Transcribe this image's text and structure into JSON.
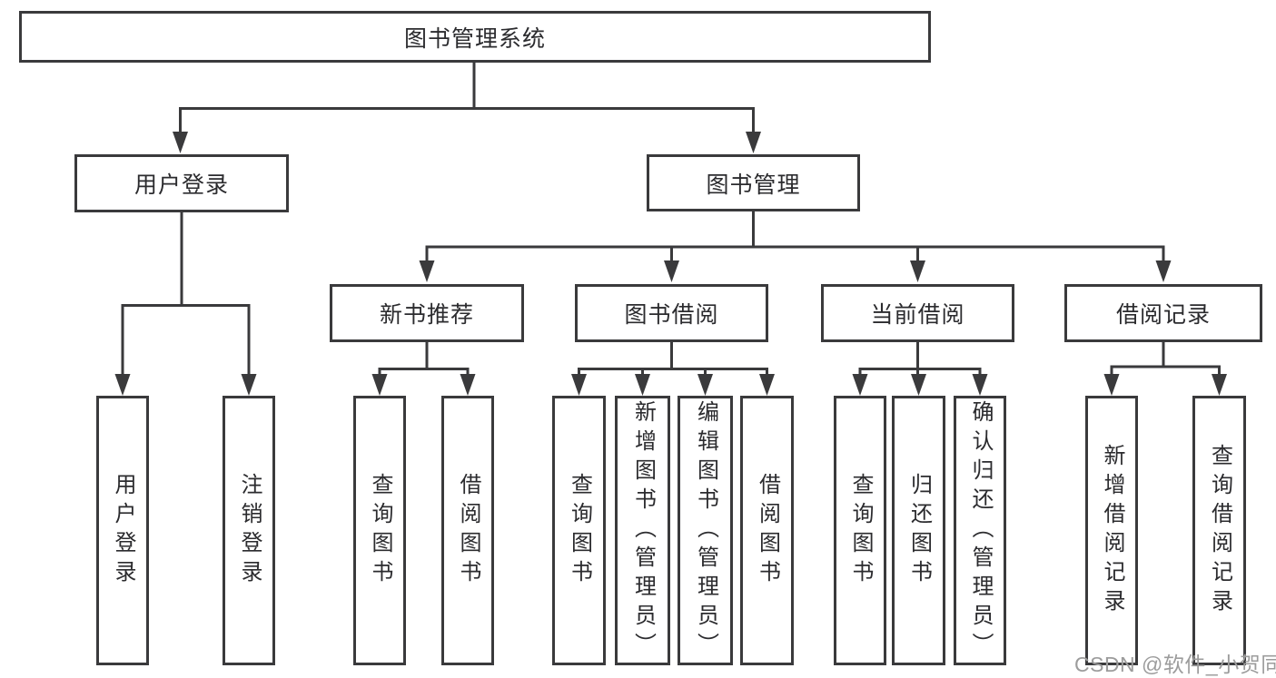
{
  "diagram_title": "图书管理系统",
  "tree": {
    "root": {
      "label": "图书管理系统",
      "children": [
        {
          "label": "用户登录",
          "children": [
            {
              "label": "用户登录"
            },
            {
              "label": "注销登录"
            }
          ]
        },
        {
          "label": "图书管理",
          "children": [
            {
              "label": "新书推荐",
              "children": [
                {
                  "label": "查询图书"
                },
                {
                  "label": "借阅图书"
                }
              ]
            },
            {
              "label": "图书借阅",
              "children": [
                {
                  "label": "查询图书"
                },
                {
                  "label": "新增图书（管理员）"
                },
                {
                  "label": "编辑图书（管理员）"
                },
                {
                  "label": "借阅图书"
                }
              ]
            },
            {
              "label": "当前借阅",
              "children": [
                {
                  "label": "查询图书"
                },
                {
                  "label": "归还图书"
                },
                {
                  "label": "确认归还（管理员）"
                }
              ]
            },
            {
              "label": "借阅记录",
              "children": [
                {
                  "label": "新增借阅记录"
                },
                {
                  "label": "查询借阅记录"
                }
              ]
            }
          ]
        }
      ]
    }
  },
  "watermark": {
    "text": "CSDN @软件_小贺同学"
  },
  "colors": {
    "line": "#3a3a3c",
    "text": "#2b2b2e",
    "watermark": "#9c9c9c",
    "bg": "#ffffff"
  }
}
